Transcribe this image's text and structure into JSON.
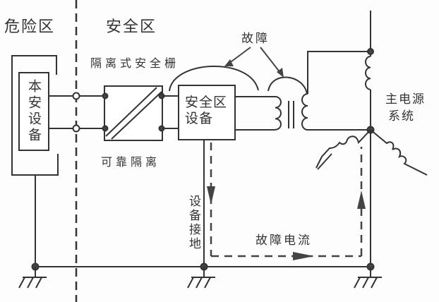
{
  "zones": {
    "hazardous": "危险区",
    "safe": "安全区"
  },
  "components": {
    "intrinsic_device": "本安设备",
    "isolating_barrier": "隔离式安全栅",
    "reliable_isolation": "可靠隔离",
    "safe_zone_device_line1": "安全区",
    "safe_zone_device_line2": "设备",
    "equipment_grounding": "设备接地",
    "mains_system_line1": "主电源",
    "mains_system_line2": "系统"
  },
  "annotations": {
    "fault": "故障",
    "fault_current": "故障电流"
  }
}
